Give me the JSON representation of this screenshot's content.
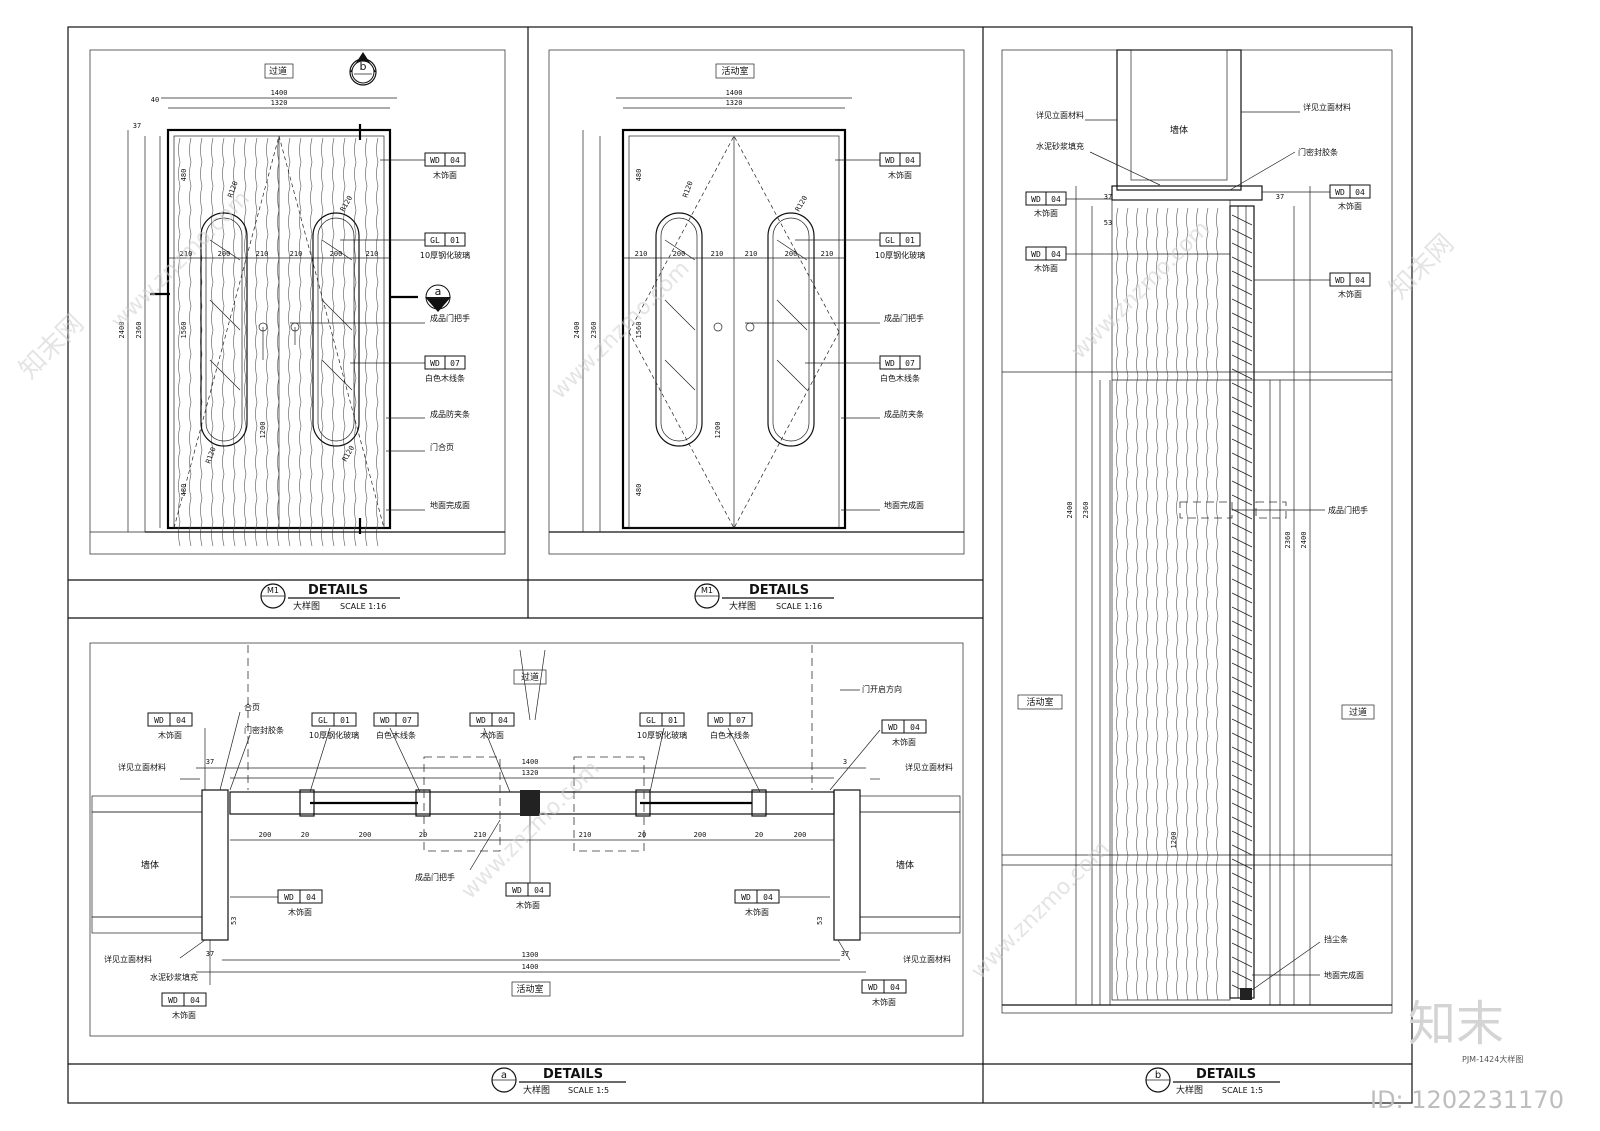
{
  "panels": {
    "m1_left": {
      "room": "过道",
      "section_mark_b": "b",
      "section_mark_a": "a",
      "tags": [
        {
          "code": "WD",
          "num": "04",
          "desc": "木饰面"
        },
        {
          "code": "GL",
          "num": "01",
          "desc": "10厚钢化玻璃"
        },
        {
          "code": "",
          "num": "",
          "desc": "成品门把手"
        },
        {
          "code": "WD",
          "num": "07",
          "desc": "白色木线条"
        },
        {
          "code": "",
          "num": "",
          "desc": "成品防夹条"
        },
        {
          "code": "",
          "num": "",
          "desc": "门合页"
        },
        {
          "code": "",
          "num": "",
          "desc": "地面完成面"
        }
      ],
      "dims": {
        "w_outer": "1400",
        "w_inner": "1320",
        "h_outer": "2400",
        "h_inner": "2360",
        "top": "480",
        "mid": "1560",
        "bot": "480",
        "glass_h": "1200",
        "r": "R120",
        "a": "210",
        "b": "200",
        "side": "40",
        "top_side": "37"
      },
      "title": {
        "mark": "M1",
        "label": "DETAILS",
        "sub": "大样图",
        "scale": "SCALE 1:16"
      }
    },
    "m1_right": {
      "room": "活动室",
      "tags": [
        {
          "code": "WD",
          "num": "04",
          "desc": "木饰面"
        },
        {
          "code": "GL",
          "num": "01",
          "desc": "10厚钢化玻璃"
        },
        {
          "code": "",
          "num": "",
          "desc": "成品门把手"
        },
        {
          "code": "WD",
          "num": "07",
          "desc": "白色木线条"
        },
        {
          "code": "",
          "num": "",
          "desc": "成品防夹条"
        },
        {
          "code": "",
          "num": "",
          "desc": "地面完成面"
        }
      ],
      "title": {
        "mark": "M1",
        "label": "DETAILS",
        "sub": "大样图",
        "scale": "SCALE 1:16"
      }
    },
    "a_plan": {
      "room_top": "过道",
      "room_bottom": "活动室",
      "open_dir": "门开启方向",
      "wall": "墙体",
      "labels": {
        "hinge": "合页",
        "seal": "门密封胶条",
        "see_elev": "详见立面材料",
        "handle": "成品门把手",
        "mortar": "水泥砂浆填充"
      },
      "tags": [
        {
          "code": "WD",
          "num": "04",
          "desc": "木饰面"
        },
        {
          "code": "GL",
          "num": "01",
          "desc": "10厚钢化玻璃"
        },
        {
          "code": "WD",
          "num": "07",
          "desc": "白色木线条"
        }
      ],
      "dims": {
        "w1400": "1400",
        "w1320": "1320",
        "w1300": "1300",
        "d200": "200",
        "d20": "20",
        "d210": "210",
        "d37": "37",
        "d3": "3",
        "d53": "53"
      },
      "title": {
        "mark": "a",
        "label": "DETAILS",
        "sub": "大样图",
        "scale": "SCALE 1:5"
      }
    },
    "b_section": {
      "room_left": "活动室",
      "room_right": "过道",
      "wall": "墙体",
      "labels": {
        "see_elev": "详见立面材料",
        "mortar": "水泥砂浆填充",
        "seal": "门密封胶条",
        "handle": "成品门把手",
        "dust": "挡尘条",
        "floor": "地面完成面"
      },
      "tag": {
        "code": "WD",
        "num": "04",
        "desc": "木饰面"
      },
      "dims": {
        "h2400": "2400",
        "h2360": "2360",
        "h1200": "1200",
        "d37": "37",
        "d53": "53"
      },
      "title": {
        "mark": "b",
        "label": "DETAILS",
        "sub": "大样图",
        "scale": "SCALE 1:5"
      }
    }
  },
  "watermark": {
    "brand": "知末",
    "code": "PJM-1424大样图",
    "id": "ID: 1202231170",
    "url": "www.znzmo.com",
    "site": "知末网"
  }
}
